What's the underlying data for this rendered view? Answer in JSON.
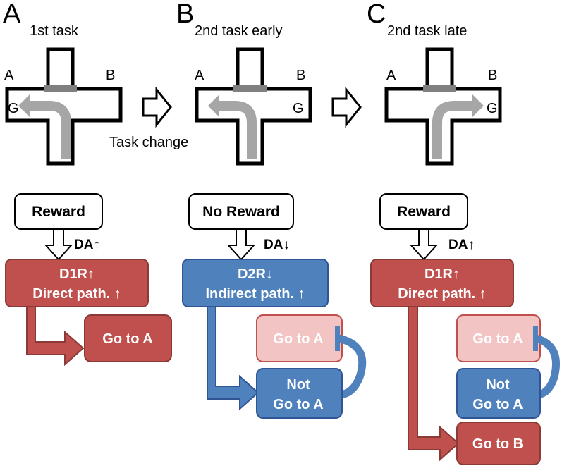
{
  "panels": [
    {
      "letter": "A",
      "title": "1st task",
      "arm_left": "A",
      "arm_right": "B",
      "goal": "G",
      "input": "Reward",
      "da": "DA↑",
      "pathway_line1": "D1R↑",
      "pathway_line2": "Direct path. ↑",
      "outputs": [
        "Go to A"
      ]
    },
    {
      "letter": "B",
      "title": "2nd  task early",
      "arm_left": "A",
      "arm_right": "B",
      "goal": "G",
      "input": "No Reward",
      "da": "DA↓",
      "pathway_line1": "D2R↓",
      "pathway_line2": "Indirect path. ↑",
      "outputs": [
        "Go to A",
        "Not",
        "Go to A"
      ]
    },
    {
      "letter": "C",
      "title": "2nd  task late",
      "arm_left": "A",
      "arm_right": "B",
      "goal": "G",
      "input": "Reward",
      "da": "DA↑",
      "pathway_line1": "D1R↑",
      "pathway_line2": "Direct path. ↑",
      "outputs": [
        "Go to A",
        "Not",
        "Go to A",
        "Go to B"
      ]
    }
  ],
  "task_change_label": "Task change",
  "colors": {
    "direct_red": "#c0504d",
    "direct_red_border": "#8c3a37",
    "indirect_blue": "#4f81bd",
    "indirect_blue_border": "#2f5597",
    "faded_red": "#f2c4c4",
    "faded_red_border": "#c0504d",
    "path_gray": "#a6a6a6",
    "door_gray": "#7f7f7f"
  }
}
